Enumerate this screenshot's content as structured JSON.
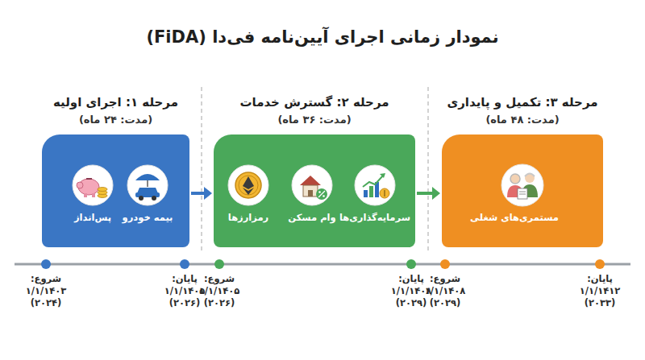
{
  "diagram": {
    "title": "نمودار زمانی اجرای آیین‌نامه فی‌دا (FiDA)",
    "nodes": [
      {
        "text": [
          "مرحله ۱: اجرای اولیه",
          "(مدت: ۲۴ ماه)",
          "بیمه خودرو",
          "پس‌انداز"
        ]
      },
      {
        "text": [
          "مرحله ۲: گسترش خدمات",
          "(مدت: ۳۶ ماه)",
          "سرمایه‌گذاری‌ها",
          "وام مسکن",
          "رمزارزها"
        ]
      },
      {
        "text": [
          "مرحله ۳: تکمیل و پایداری",
          "(مدت: ۴۸ ماه)",
          "مستمری‌های شغلی"
        ]
      }
    ],
    "edges": [
      {
        "from": 0,
        "to": 1,
        "arrow": "to"
      },
      {
        "from": 1,
        "to": 2,
        "arrow": "to"
      }
    ],
    "labels": [
      "شروع: ۱/۱/۱۴۰۳ (۲۰۲۴)",
      "پایان: ۱/۱/۱۴۰۵ (۲۰۲۶)",
      "شروع: ۱/۱/۱۴۰۵ (۲۰۲۶)",
      "پایان: ۱/۱/۱۴۰۸ (۲۰۲۹)",
      "شروع: ۱/۱/۱۴۰۸ (۲۰۲۹)",
      "پایان: ۱/۱/۱۴۱۲ (۲۰۳۳)"
    ]
  }
}
